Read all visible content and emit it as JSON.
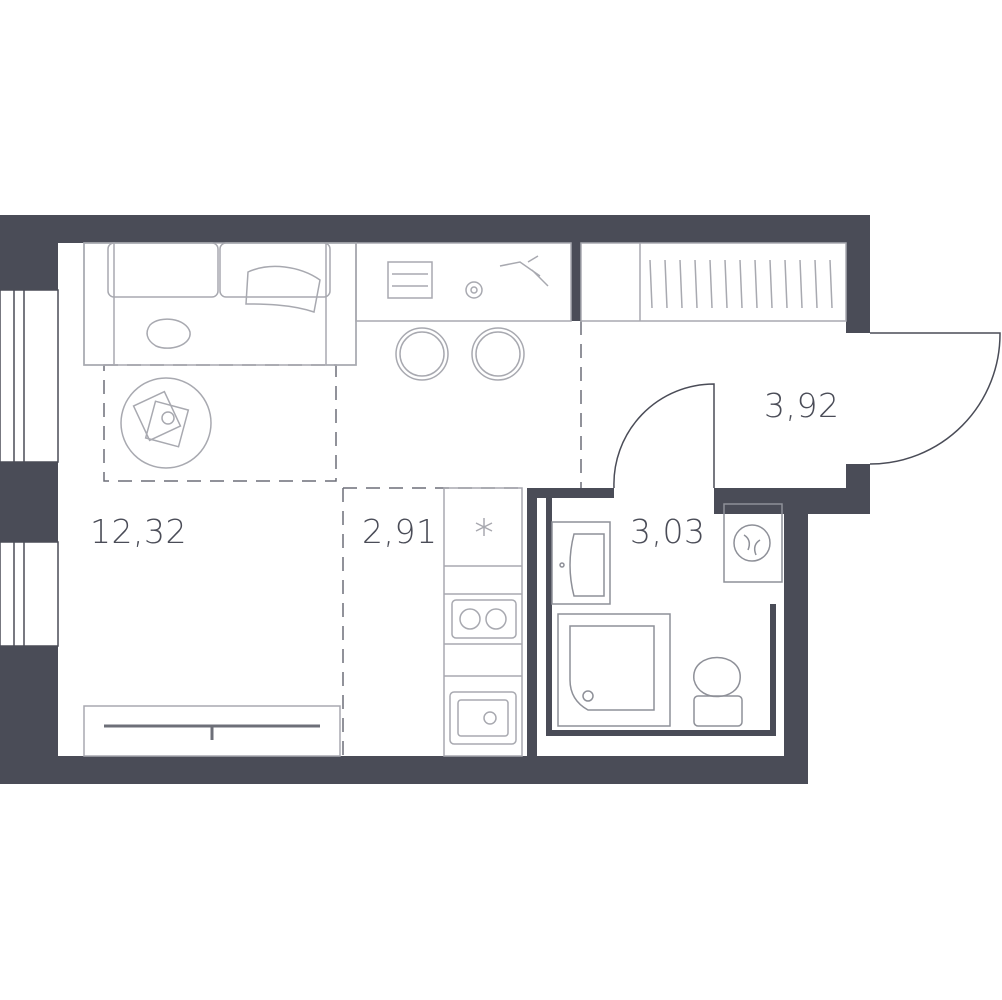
{
  "plan": {
    "colors": {
      "wall": "#4a4c57",
      "furniture": "#a8a9b0",
      "zone_line": "#6d6f78",
      "fixture": "#8e9098",
      "background": "#ffffff"
    },
    "rooms": [
      {
        "id": "living",
        "area": "12,32"
      },
      {
        "id": "kitchen",
        "area": "2,91"
      },
      {
        "id": "bathroom",
        "area": "3,03"
      },
      {
        "id": "hallway",
        "area": "3,92"
      }
    ]
  }
}
